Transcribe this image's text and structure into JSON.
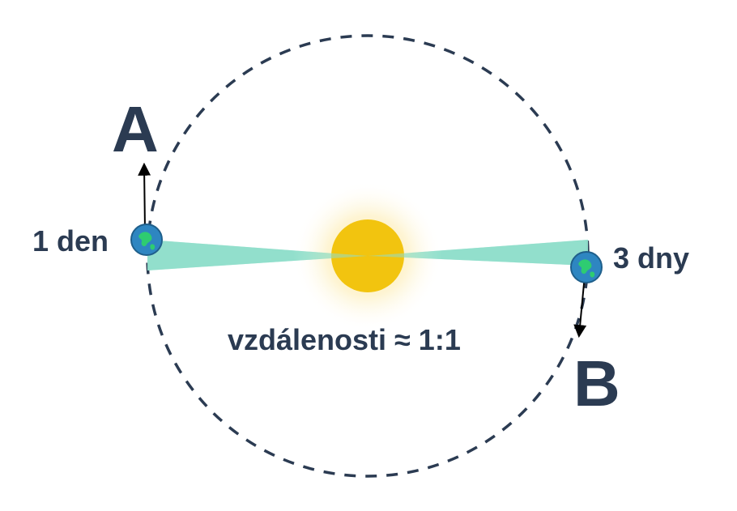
{
  "labels": {
    "point_a": "A",
    "point_b": "B",
    "time_a": "1 den",
    "time_b": "3 dny",
    "ratio": "vzdálenosti ≈ 1:1"
  },
  "colors": {
    "orbit": "#2b3b52",
    "text": "#2b3b52",
    "sun": "#f2c40f",
    "sun_glow": "#fbe7a0",
    "sweep": "#8fdfcb",
    "planet_ocean": "#2e86c1",
    "planet_land": "#2ecc71",
    "arrow": "#000000"
  },
  "icons": {
    "sun": "sun-icon",
    "planet": "earth-icon"
  }
}
